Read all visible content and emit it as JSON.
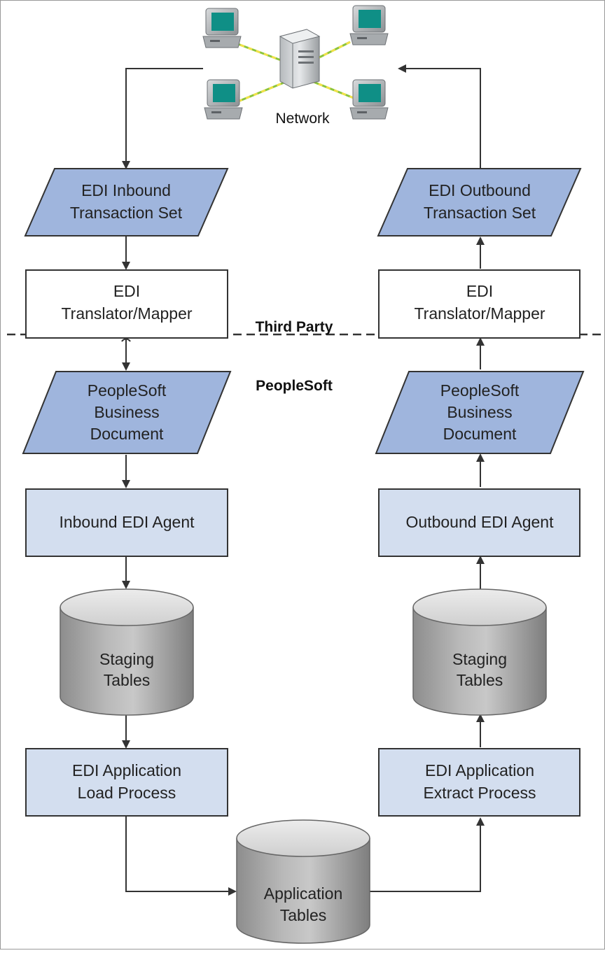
{
  "diagram": {
    "network_label": "Network",
    "zone_third_party": "Third Party",
    "zone_peoplesoft": "PeopleSoft",
    "inbound": {
      "transaction_set": [
        "EDI Inbound",
        "Transaction Set"
      ],
      "translator": [
        "EDI",
        "Translator/Mapper"
      ],
      "business_document": [
        "PeopleSoft",
        "Business",
        "Document"
      ],
      "agent": [
        "Inbound EDI Agent"
      ],
      "staging": [
        "Staging",
        "Tables"
      ],
      "process": [
        "EDI Application",
        "Load Process"
      ]
    },
    "outbound": {
      "transaction_set": [
        "EDI Outbound",
        "Transaction Set"
      ],
      "translator": [
        "EDI",
        "Translator/Mapper"
      ],
      "business_document": [
        "PeopleSoft",
        "Business",
        "Document"
      ],
      "agent": [
        "Outbound EDI Agent"
      ],
      "staging": [
        "Staging",
        "Tables"
      ],
      "process": [
        "EDI Application",
        "Extract Process"
      ]
    },
    "application_tables": [
      "Application",
      "Tables"
    ]
  },
  "colors": {
    "parallelogram_fill": "#9fb5dd",
    "box_fill": "#d3deef",
    "box_stroke": "#333333",
    "cylinder_dark": "#8a8a8a",
    "cylinder_light": "#dcdcdc",
    "arrow": "#333333"
  },
  "icons": [
    "server-icon",
    "computer-icon"
  ]
}
